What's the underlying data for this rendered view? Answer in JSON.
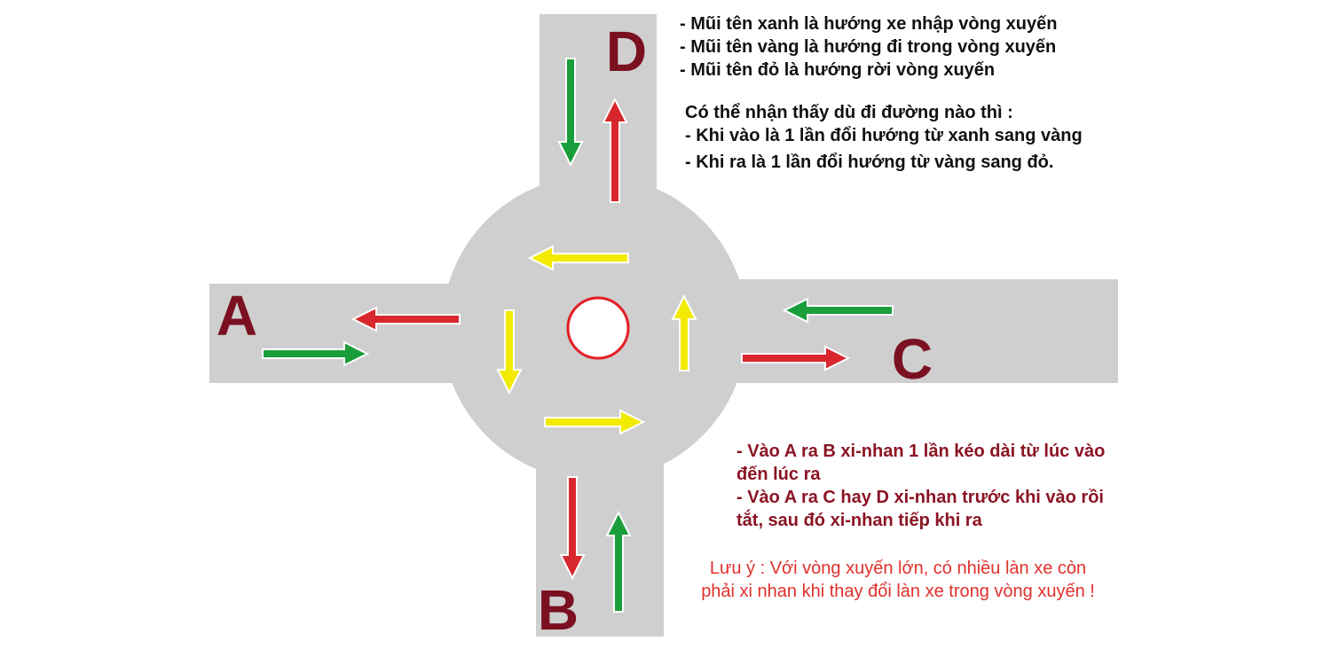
{
  "colors": {
    "road": "#cfcfcf",
    "label": "#7a1020",
    "green_arrow": "#1a9e3b",
    "yellow_arrow": "#f2ea00",
    "red_arrow": "#d8282d",
    "rule_text": "#8b1424",
    "warning_text": "#e0302c",
    "island_border": "#e31e24"
  },
  "labels": {
    "a": "A",
    "b": "B",
    "c": "C",
    "d": "D"
  },
  "legend": [
    "- Mũi tên xanh là hướng xe nhập vòng xuyến",
    "- Mũi tên vàng là hướng đi trong vòng xuyến",
    "- Mũi tên đỏ là hướng rời vòng xuyến"
  ],
  "note": {
    "intro": "Có thể nhận thấy dù đi đường nào thì :",
    "enter": "- Khi vào là 1 lần đổi hướng từ xanh sang vàng",
    "exit": "- Khi ra là 1 lần đổi hướng từ vàng sang đỏ."
  },
  "signal_rules": [
    "- Vào A ra B xi-nhan 1 lần kéo dài từ lúc vào đến lúc ra",
    "- Vào A ra C hay D xi-nhan trước khi vào rồi tắt, sau đó xi-nhan tiếp khi ra"
  ],
  "warning": "Lưu ý : Với vòng xuyến lớn, có nhiều làn xe còn phải xi nhan khi thay đổi làn xe trong vòng xuyến !"
}
